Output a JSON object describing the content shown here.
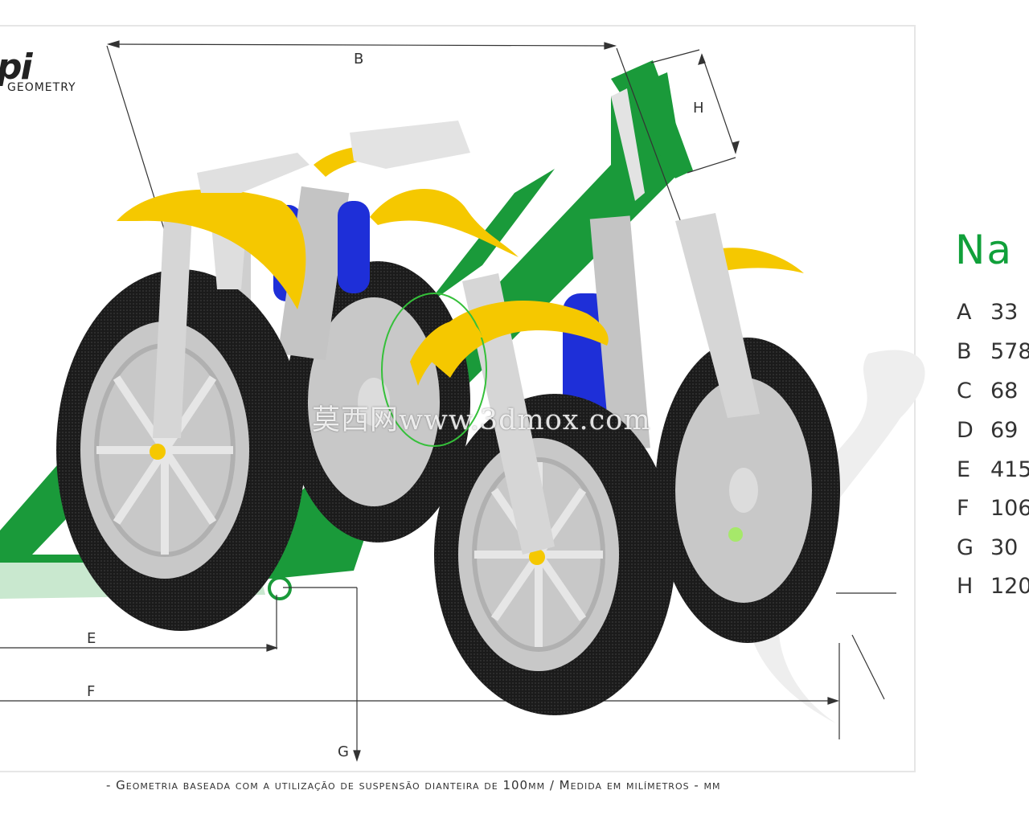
{
  "brand": {
    "logo": "pi",
    "subtitle": "GEOMETRY"
  },
  "dimensions": {
    "b": "B",
    "h": "H",
    "e": "E",
    "f": "F",
    "g": "G"
  },
  "model_name": "Na",
  "specs": [
    {
      "letter": "A",
      "value": "33"
    },
    {
      "letter": "B",
      "value": "578"
    },
    {
      "letter": "C",
      "value": "68"
    },
    {
      "letter": "D",
      "value": "69"
    },
    {
      "letter": "E",
      "value": "415"
    },
    {
      "letter": "F",
      "value": "106"
    },
    {
      "letter": "G",
      "value": "30"
    },
    {
      "letter": "H",
      "value": "120"
    }
  ],
  "footer": "- Geometria baseada com a utilização de suspensão dianteira de 100mm / Medida em milímetros - mm",
  "watermark": "莫西网www.3dmox.com",
  "colors": {
    "frame_green": "#1a9a3a",
    "fender_yellow": "#f5c800",
    "shock_blue": "#1e2fd8",
    "tire": "#1c1c1c",
    "rim": "#c8c8c8",
    "fork": "#d6d6d6"
  }
}
